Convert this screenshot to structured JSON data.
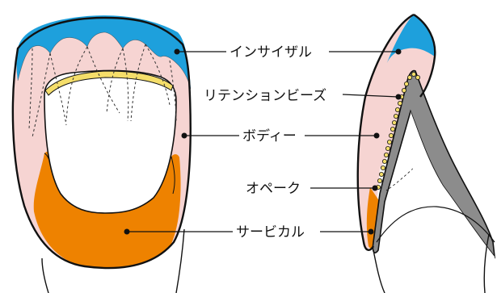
{
  "labels": {
    "incisal": "インサイザル",
    "retention_beads": "リテンションビーズ",
    "body": "ボディー",
    "opaque": "オペーク",
    "cervical": "サービカル"
  },
  "colors": {
    "incisal": "#1ea0dc",
    "body": "#f6d4d2",
    "cervical": "#ee8200",
    "beads": "#f5de6a",
    "metal": "#8c8c8c",
    "outline": "#111111"
  }
}
